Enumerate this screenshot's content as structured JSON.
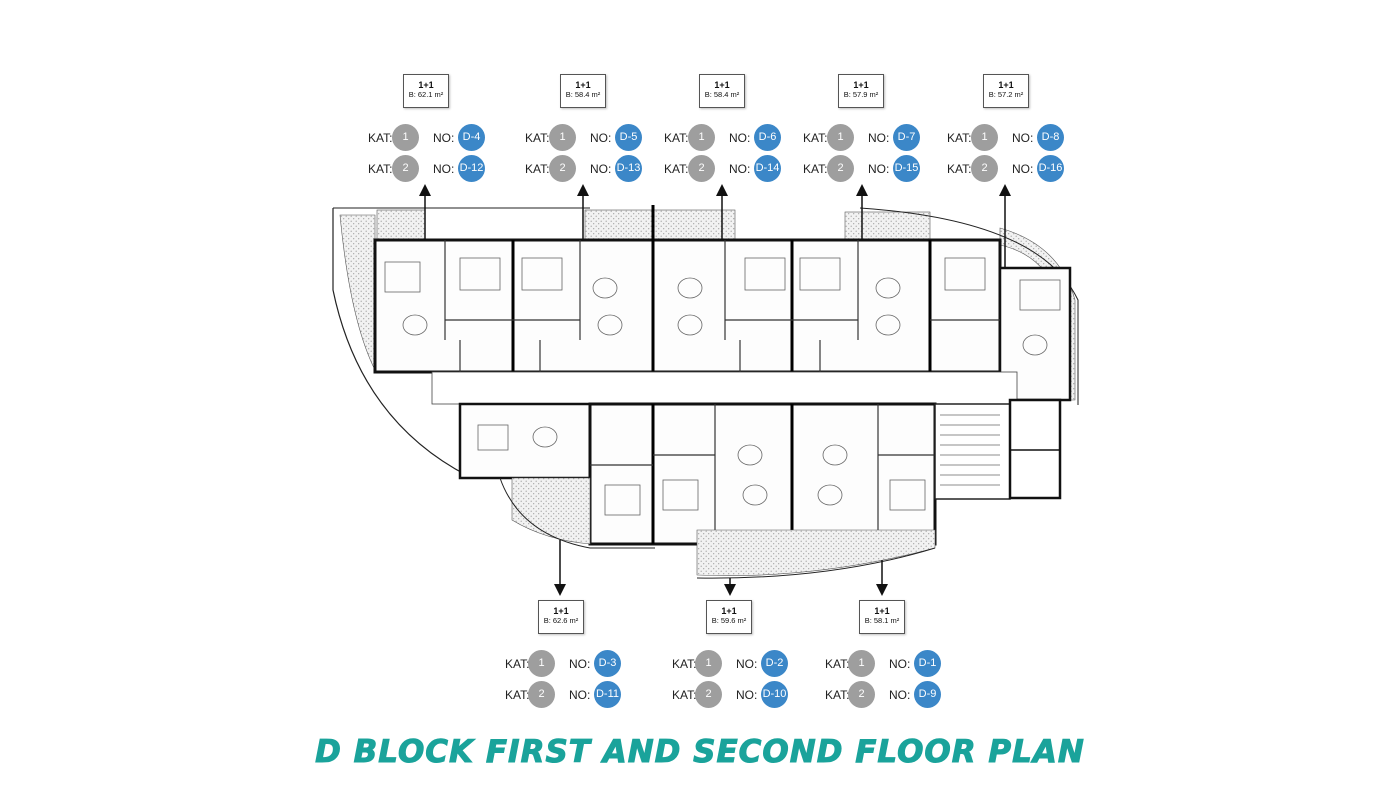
{
  "labels": {
    "kat": "KAT:",
    "no": "NO:"
  },
  "units": [
    {
      "type": "1+1",
      "area": "B: 62.1 m²",
      "kat": [
        "1",
        "2"
      ],
      "no": [
        "D-4",
        "D-12"
      ]
    },
    {
      "type": "1+1",
      "area": "B: 58.4 m²",
      "kat": [
        "1",
        "2"
      ],
      "no": [
        "D-5",
        "D-13"
      ]
    },
    {
      "type": "1+1",
      "area": "B: 58.4 m²",
      "kat": [
        "1",
        "2"
      ],
      "no": [
        "D-6",
        "D-14"
      ]
    },
    {
      "type": "1+1",
      "area": "B: 57.9 m²",
      "kat": [
        "1",
        "2"
      ],
      "no": [
        "D-7",
        "D-15"
      ]
    },
    {
      "type": "1+1",
      "area": "B: 57.2 m²",
      "kat": [
        "1",
        "2"
      ],
      "no": [
        "D-8",
        "D-16"
      ]
    },
    {
      "type": "1+1",
      "area": "B: 62.6 m²",
      "kat": [
        "1",
        "2"
      ],
      "no": [
        "D-3",
        "D-11"
      ]
    },
    {
      "type": "1+1",
      "area": "B: 59.6 m²",
      "kat": [
        "1",
        "2"
      ],
      "no": [
        "D-2",
        "D-10"
      ]
    },
    {
      "type": "1+1",
      "area": "B: 58.1 m²",
      "kat": [
        "1",
        "2"
      ],
      "no": [
        "D-1",
        "D-9"
      ]
    }
  ],
  "title": "D BLOCK FIRST AND SECOND FLOOR PLAN",
  "colors": {
    "title": "#1aa39b",
    "badge_blue": "#3b87c8",
    "badge_grey": "#9e9e9e"
  },
  "icons": [
    "arrow-icon"
  ]
}
